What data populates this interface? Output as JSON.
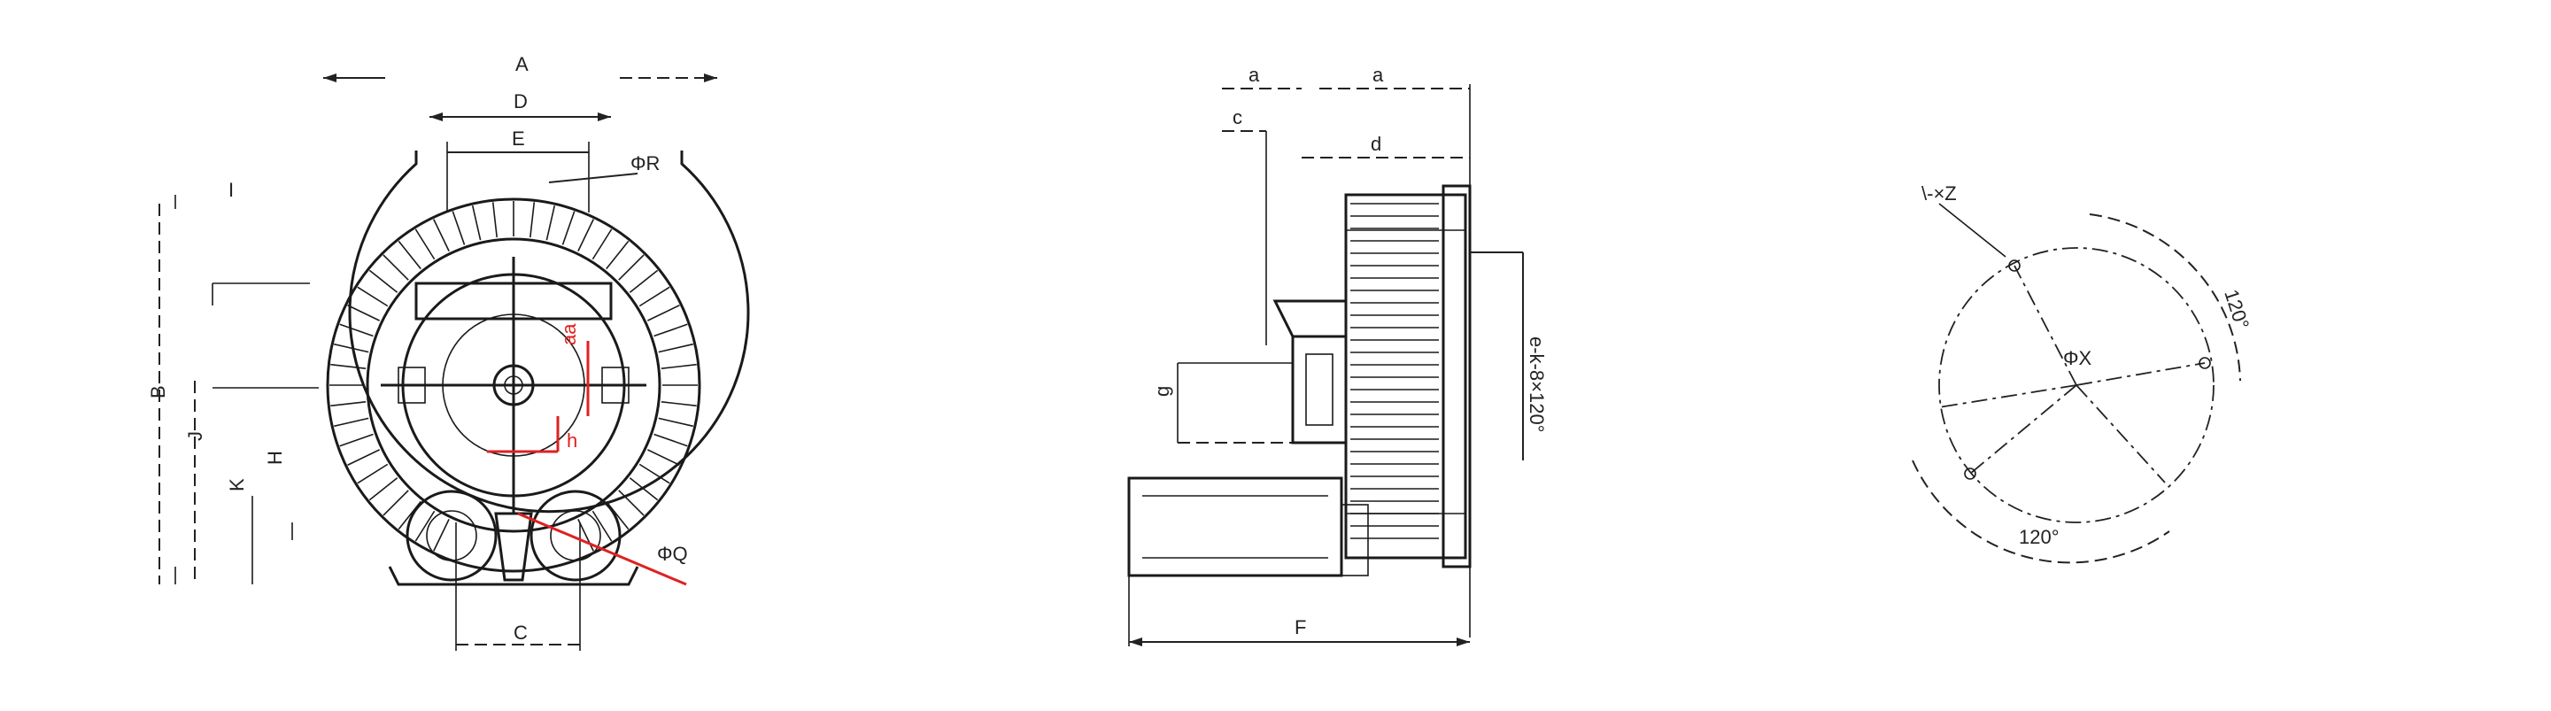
{
  "front_view": {
    "dims": {
      "A": "A",
      "D": "D",
      "E": "E",
      "phiR": "ΦR",
      "I": "I",
      "B": "B",
      "J": "J",
      "K": "K",
      "H": "H",
      "C": "C",
      "phiQ": "ΦQ",
      "aa": "aa",
      "h": "h"
    }
  },
  "side_view": {
    "dims": {
      "a": "a",
      "b": "a",
      "c": "c",
      "d": "d",
      "F": "F",
      "g": "g",
      "bolt": "e-k-8×120°"
    }
  },
  "flange_view": {
    "dims": {
      "hole": "\\-×Z",
      "pcd": "ΦX",
      "angle_top": "120°",
      "angle_bottom": "120°"
    }
  },
  "colors": {
    "line": "#1a1a1a",
    "highlight": "#e02020"
  }
}
